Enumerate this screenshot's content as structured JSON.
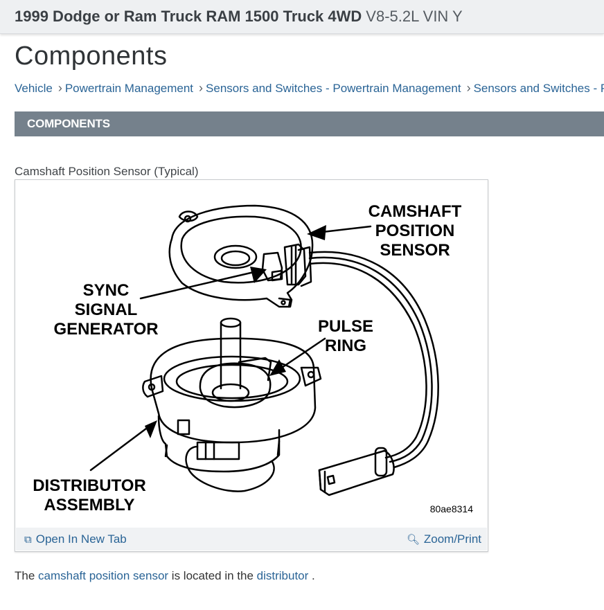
{
  "header": {
    "vehicle": "1999 Dodge or Ram Truck RAM 1500 Truck 4WD",
    "engine": "V8-5.2L VIN Y"
  },
  "page": {
    "title": "Components"
  },
  "breadcrumb": [
    "Vehicle",
    "Powertrain Management",
    "Sensors and Switches - Powertrain Management",
    "Sensors and Switches - Powertrain Management"
  ],
  "section": {
    "title": "COMPONENTS"
  },
  "figure": {
    "caption": "Camshaft Position Sensor (Typical)",
    "labels": {
      "camshaft_1": "CAMSHAFT",
      "camshaft_2": "POSITION",
      "camshaft_3": "SENSOR",
      "sync_1": "SYNC",
      "sync_2": "SIGNAL",
      "sync_3": "GENERATOR",
      "pulse_1": "PULSE",
      "pulse_2": "RING",
      "dist_1": "DISTRIBUTOR",
      "dist_2": "ASSEMBLY"
    },
    "code": "80ae8314",
    "open_label": "Open In New Tab",
    "zoom_label": "Zoom/Print",
    "open_icon": "open-external-icon",
    "zoom_icon": "magnifier-icon"
  },
  "body": {
    "prefix": "The ",
    "link1": "camshaft position sensor",
    "middle": " is located in the ",
    "link2": "distributor",
    "suffix": " ."
  }
}
